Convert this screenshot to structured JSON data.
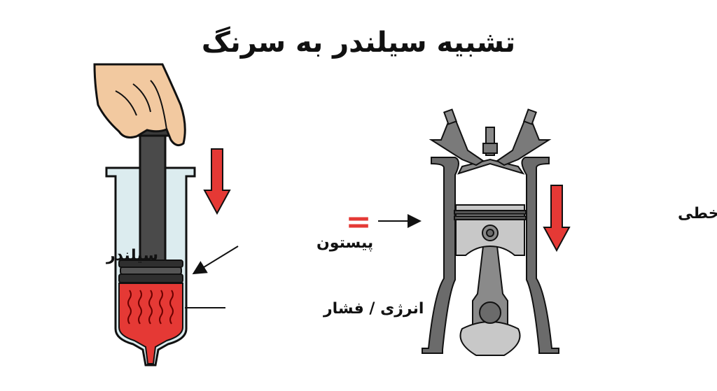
{
  "title": "تشبیه سیلندر به سرنگ",
  "syringe": {
    "cylinder_label": "سیلندر",
    "piston_label": "پیستون",
    "energy_label": "انرژی / فشار"
  },
  "equals_sign": "=",
  "engine": {
    "motion_label": "حرکت خطی"
  },
  "colors": {
    "red": "#e53935",
    "gray": "#6b6b6b",
    "light_gray": "#c8c8c8",
    "skin": "#f2c9a0",
    "glass": "#dcecef"
  }
}
